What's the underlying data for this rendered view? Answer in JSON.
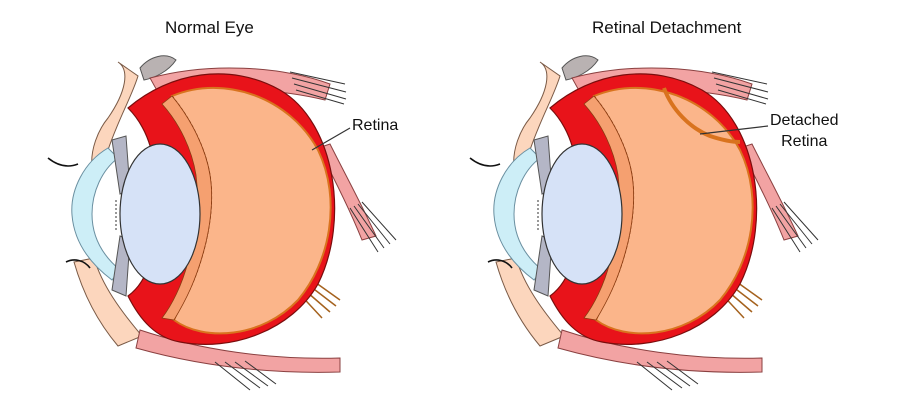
{
  "titles": {
    "normal": "Normal Eye",
    "detached": "Retinal Detachment"
  },
  "labels": {
    "retina": "Retina",
    "detached_line1": "Detached",
    "detached_line2": "Retina"
  },
  "colors": {
    "sclera_red": "#e8131a",
    "muscle_pink": "#f2a3a3",
    "vitreous_orange": "#fbb58a",
    "retina_edge": "#d9731e",
    "lens_blue": "#d6e2f7",
    "cornea_blue": "#cdeef7",
    "iris_gray": "#b4b6c6"
  }
}
